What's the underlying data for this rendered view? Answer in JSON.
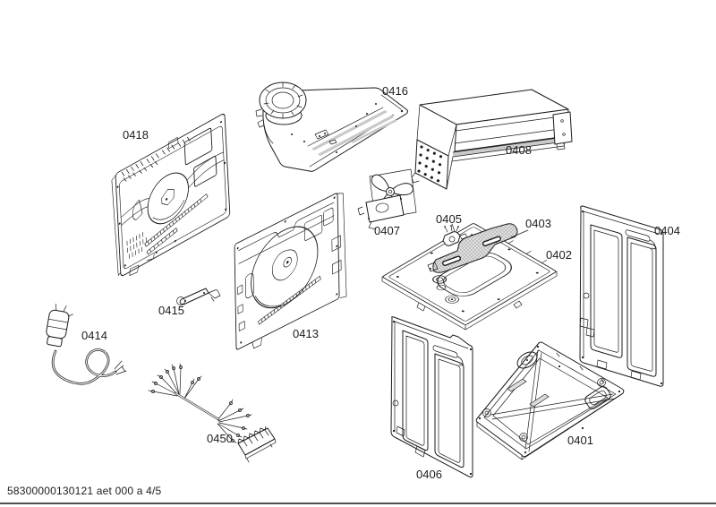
{
  "colors": {
    "line": "#1c1c1c",
    "background": "#ffffff",
    "shading": "#c9c9c9"
  },
  "footer": {
    "doc_code": "58300000130121 aet 000 a 4/5"
  },
  "parts": {
    "p0401": "0401",
    "p0402": "0402",
    "p0403": "0403",
    "p0404": "0404",
    "p0405": "0405",
    "p0406": "0406",
    "p0407": "0407",
    "p0408": "0408",
    "p0413": "0413",
    "p0414": "0414",
    "p0415": "0415",
    "p0416": "0416",
    "p0418": "0418",
    "p0450": "0450"
  }
}
